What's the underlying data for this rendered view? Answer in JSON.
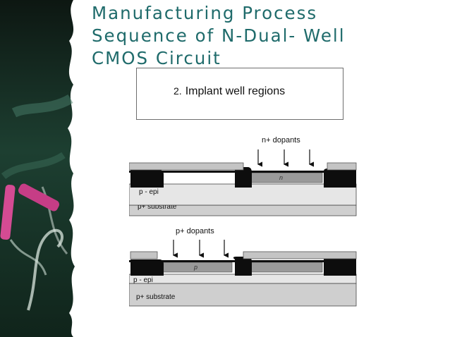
{
  "slide": {
    "title_lines": [
      "Manufacturing Process",
      "Sequence of N-Dual- Well",
      "CMOS Circuit"
    ],
    "step": {
      "number": "2.",
      "text": "Implant well regions"
    }
  },
  "diagram_top": {
    "dopant_label": "n+ dopants",
    "well_label": "n",
    "epi_label": "p - epi",
    "substrate_label": "p+ substrate"
  },
  "diagram_bottom": {
    "dopant_label": "p+ dopants",
    "well_label": "p",
    "epi_label": "p - epi",
    "substrate_label": "p+ substrate"
  },
  "colors": {
    "title": "#1f6b6b",
    "chalkboard": "#1a3a2e",
    "field_oxide": "#0d0d0d",
    "substrate": "#cfcfcf",
    "epi": "#e6e6e6",
    "well": "#9a9a9a",
    "photoresist": "#c4c4c4"
  }
}
